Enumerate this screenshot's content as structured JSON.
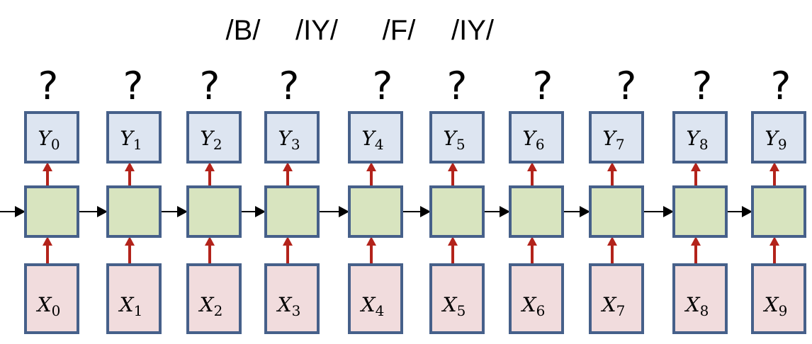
{
  "phonemes": [
    "/B/",
    "/IY/",
    "/F/",
    "/IY/"
  ],
  "question_mark": "?",
  "columns": [
    {
      "output": "Y",
      "output_sub": "0",
      "input": "X",
      "input_sub": "0"
    },
    {
      "output": "Y",
      "output_sub": "1",
      "input": "X",
      "input_sub": "1"
    },
    {
      "output": "Y",
      "output_sub": "2",
      "input": "X",
      "input_sub": "2"
    },
    {
      "output": "Y",
      "output_sub": "3",
      "input": "X",
      "input_sub": "3"
    },
    {
      "output": "Y",
      "output_sub": "4",
      "input": "X",
      "input_sub": "4"
    },
    {
      "output": "Y",
      "output_sub": "5",
      "input": "X",
      "input_sub": "5"
    },
    {
      "output": "Y",
      "output_sub": "6",
      "input": "X",
      "input_sub": "6"
    },
    {
      "output": "Y",
      "output_sub": "7",
      "input": "X",
      "input_sub": "7"
    },
    {
      "output": "Y",
      "output_sub": "8",
      "input": "X",
      "input_sub": "8"
    },
    {
      "output": "Y",
      "output_sub": "9",
      "input": "X",
      "input_sub": "9"
    }
  ],
  "colors": {
    "output_fill": "#dde5f1",
    "hidden_fill": "#d8e4bf",
    "input_fill": "#f1dcdd",
    "box_stroke": "#46608a",
    "vertical_arrow": "#b3231b",
    "recurrent_arrow": "#000000"
  }
}
